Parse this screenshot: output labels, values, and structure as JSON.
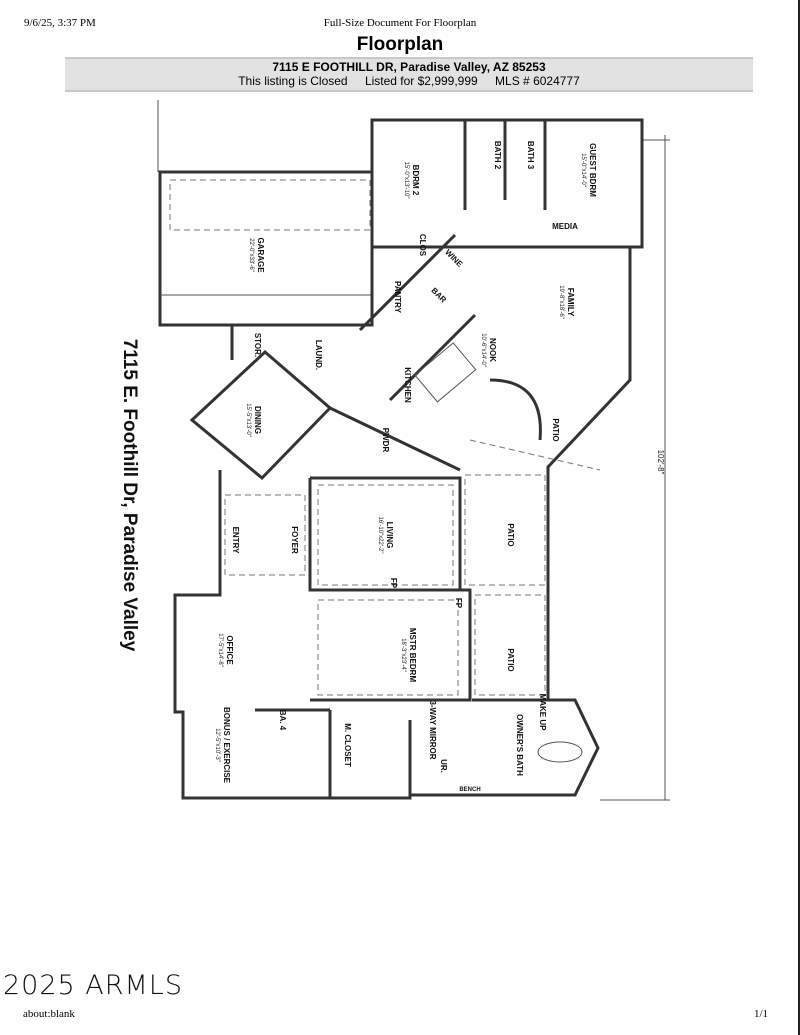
{
  "print_header": {
    "datetime": "9/6/25, 3:37 PM",
    "title": "Full-Size Document For Floorplan"
  },
  "document": {
    "title": "Floorplan",
    "address": "7115 E FOOTHILL DR, Paradise Valley, AZ 85253",
    "status": "This listing is Closed",
    "listed": "Listed for $2,999,999",
    "mls": "MLS # 6024777"
  },
  "floorplan": {
    "side_title": "7115 E. Foothill Dr, Paradise Valley",
    "overall_dimension": "102'-8\"",
    "rooms": [
      {
        "name": "BDRM 2",
        "dims": "15'-0\"x13'-10\""
      },
      {
        "name": "BATH 2",
        "dims": ""
      },
      {
        "name": "BATH 3",
        "dims": ""
      },
      {
        "name": "GUEST BDRM",
        "dims": "15'-0\"x14'-0\""
      },
      {
        "name": "GARAGE",
        "dims": "22'-0\"x33'-6\""
      },
      {
        "name": "CLOS",
        "dims": ""
      },
      {
        "name": "MEDIA",
        "dims": ""
      },
      {
        "name": "WINE",
        "dims": ""
      },
      {
        "name": "PANTRY",
        "dims": ""
      },
      {
        "name": "BAR",
        "dims": ""
      },
      {
        "name": "FAMILY",
        "dims": "19'-8\"x18'-6\""
      },
      {
        "name": "NOOK",
        "dims": "10'-6\"x14'-0\""
      },
      {
        "name": "STOR.",
        "dims": ""
      },
      {
        "name": "LAUND.",
        "dims": ""
      },
      {
        "name": "KITCHEN",
        "dims": ""
      },
      {
        "name": "DINING",
        "dims": "15'-5\"x13'-0\""
      },
      {
        "name": "PWDR",
        "dims": ""
      },
      {
        "name": "PATIO",
        "dims": ""
      },
      {
        "name": "ENTRY",
        "dims": ""
      },
      {
        "name": "FOYER",
        "dims": ""
      },
      {
        "name": "LIVING",
        "dims": "16'-10\"x22'-2\""
      },
      {
        "name": "PATIO",
        "dims": ""
      },
      {
        "name": "FP",
        "dims": ""
      },
      {
        "name": "FP",
        "dims": ""
      },
      {
        "name": "OFFICE",
        "dims": "17'-5\"x14'-8\""
      },
      {
        "name": "MSTR BEDRM",
        "dims": "18'-3\"x23'-4\""
      },
      {
        "name": "PATIO",
        "dims": ""
      },
      {
        "name": "BA. 4",
        "dims": ""
      },
      {
        "name": "BONUS / EXERCISE",
        "dims": "12'-5\"x10'-3\""
      },
      {
        "name": "M. CLOSET",
        "dims": ""
      },
      {
        "name": "3-WAY MIRROR",
        "dims": ""
      },
      {
        "name": "MAKE UP",
        "dims": ""
      },
      {
        "name": "OWNER'S BATH",
        "dims": ""
      },
      {
        "name": "BENCH",
        "dims": ""
      },
      {
        "name": "UR.",
        "dims": ""
      }
    ]
  },
  "watermark": "2025 ARMLS",
  "print_footer": {
    "url": "about:blank",
    "page": "1/1"
  }
}
